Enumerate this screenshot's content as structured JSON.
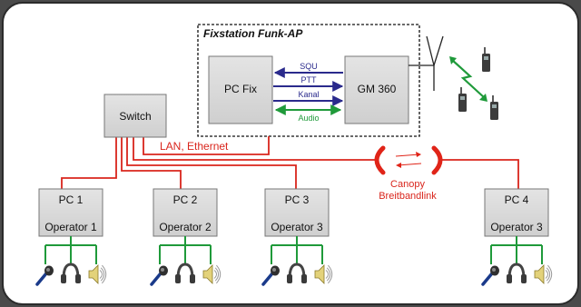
{
  "fixstation": {
    "title": "Fixstation Funk-AP",
    "pc_fix": "PC Fix",
    "gm360": "GM 360",
    "signals": [
      "SQU",
      "PTT",
      "Kanal",
      "Audio"
    ]
  },
  "switch_label": "Switch",
  "lan_label": "LAN, Ethernet",
  "canopy": {
    "line1": "Canopy",
    "line2": "Breitbandlink"
  },
  "pcs": [
    {
      "name": "PC 1",
      "operator": "Operator 1"
    },
    {
      "name": "PC 2",
      "operator": "Operator 2"
    },
    {
      "name": "PC 3",
      "operator": "Operator 3"
    },
    {
      "name": "PC 4",
      "operator": "Operator 3"
    }
  ],
  "colors": {
    "lan": "#d9251c",
    "control": "#2a2a8c",
    "audio": "#1f9a3a",
    "box": "#d9d9d9",
    "canopy": "#e02418"
  }
}
